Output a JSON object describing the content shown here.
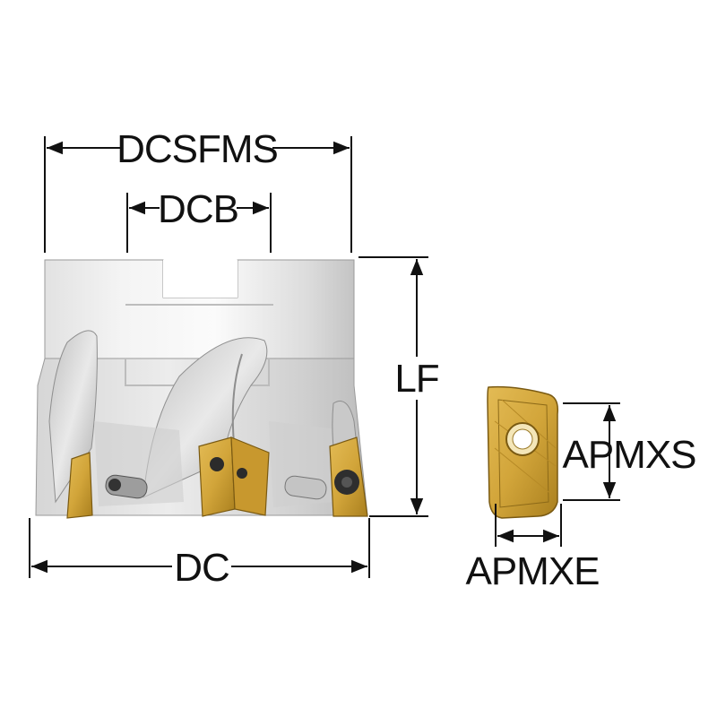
{
  "labels": {
    "dcsfms": "DCSFMS",
    "dcb": "DCB",
    "lf": "LF",
    "dc": "DC",
    "apmxs": "APMXS",
    "apmxe": "APMXE"
  },
  "colors": {
    "body_light": "#f1f1f1",
    "body_mid": "#d4d4d4",
    "body_dark": "#a9a9a9",
    "insert_gold": "#d2a53a",
    "insert_gold_dark": "#a97f1e",
    "line": "#111111"
  }
}
